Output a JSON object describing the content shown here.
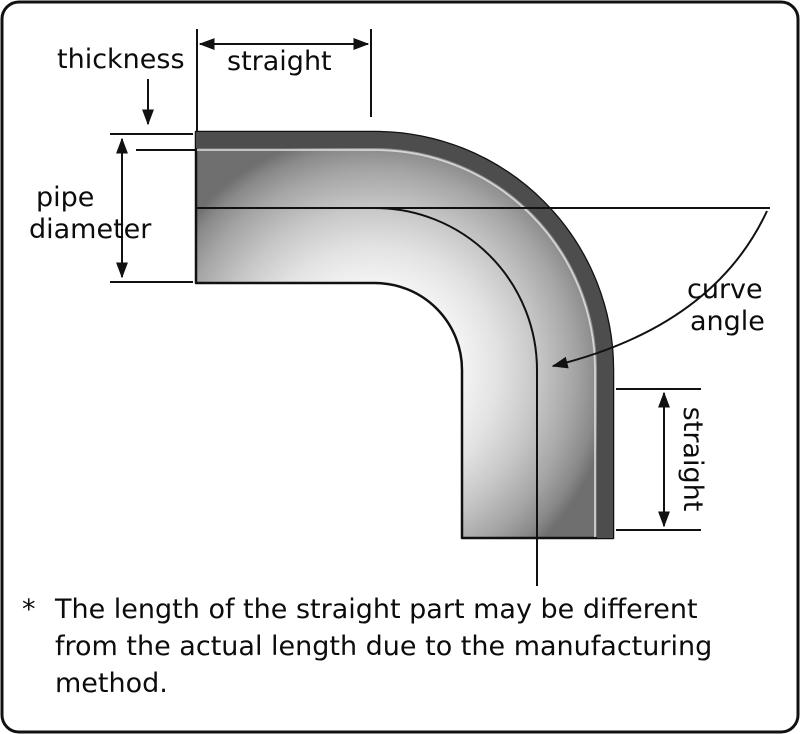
{
  "labels": {
    "thickness": "thickness",
    "straight_top": "straight",
    "pipe_diameter": {
      "line1": "pipe",
      "line2": "diameter"
    },
    "curve_angle": {
      "line1": "curve",
      "line2": "angle"
    },
    "straight_right": "straight"
  },
  "footnote": {
    "marker": "*",
    "lines": [
      "The length of the straight part may be different",
      "from the actual length due to the manufacturing",
      "method."
    ]
  },
  "colors": {
    "line": "#111111",
    "wall_band": "#4d4d4d",
    "background": "#ffffff"
  }
}
